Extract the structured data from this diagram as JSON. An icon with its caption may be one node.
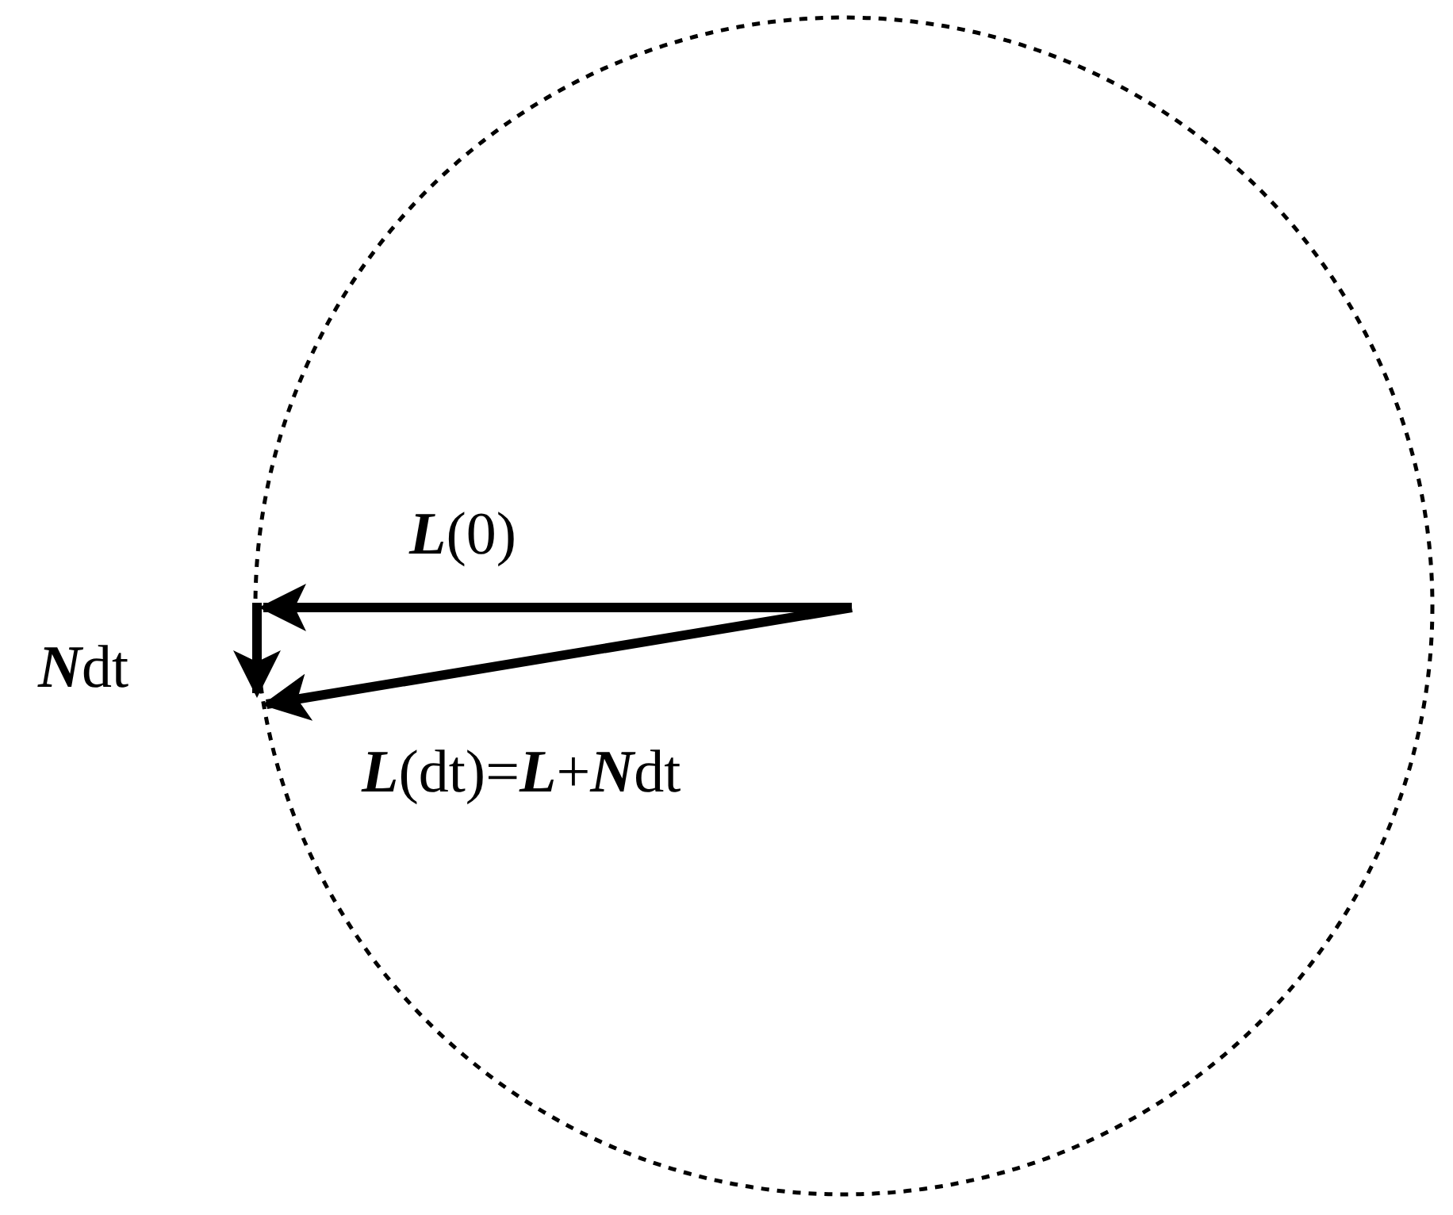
{
  "diagram": {
    "labels": [
      "**L**(0)",
      "**N**dt",
      "**L**(dt)=**L**+**N**dt"
    ]
  }
}
